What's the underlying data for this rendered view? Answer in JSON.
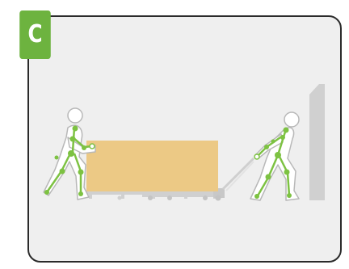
{
  "badge": {
    "label": "C"
  },
  "colors": {
    "badge_green": "#6db33f",
    "figure_green": "#7dc242",
    "figure_outline": "#b8b8b8",
    "box_fill": "#ecc985",
    "equipment_gray": "#d0d0d0",
    "panel_fill": "#efefef",
    "panel_border": "#2b2b2b"
  },
  "scene": {
    "figures": [
      {
        "role": "worker-pushing-box"
      },
      {
        "role": "worker-pulling-pallet-jack"
      }
    ],
    "objects": [
      "cardboard-box",
      "pallet",
      "pallet-jack",
      "wall-post"
    ]
  }
}
